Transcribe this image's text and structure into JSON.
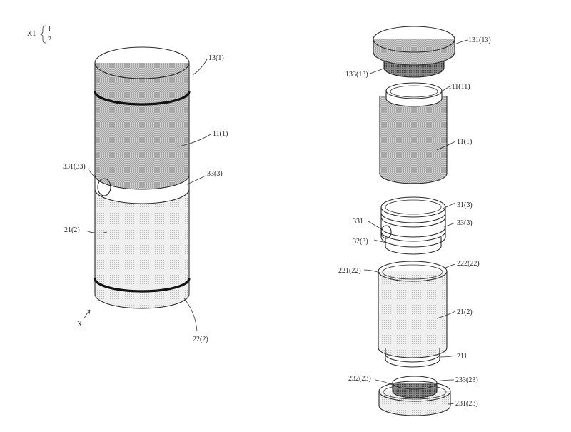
{
  "legend": {
    "main": "X1",
    "items": [
      "1",
      "2"
    ]
  },
  "left_figure": {
    "labels": {
      "lid": "13(1)",
      "upper_body": "11(1)",
      "window": "331(33)",
      "ring": "33(3)",
      "lower_body": "21(2)",
      "bottom_band": "22(2)",
      "view_arrow": "X"
    }
  },
  "right_figure": {
    "labels": {
      "cap_top": "131(13)",
      "cap_bottom": "133(13)",
      "upper_rim": "111(11)",
      "upper_body": "11(1)",
      "mid_top": "31(3)",
      "mid_window": "331",
      "mid_ring": "33(3)",
      "mid_bottom": "32(3)",
      "lower_rim_left": "221(22)",
      "lower_rim_right": "222(22)",
      "lower_body": "21(2)",
      "lower_base": "211",
      "base_inner_left": "232(23)",
      "base_inner_right": "233(23)",
      "base_outer": "231(23)"
    }
  },
  "colors": {
    "line": "#2a2a2a",
    "band": "#111111",
    "texture_dark": "#bdbdbd",
    "texture_light": "#e6e6e6"
  }
}
